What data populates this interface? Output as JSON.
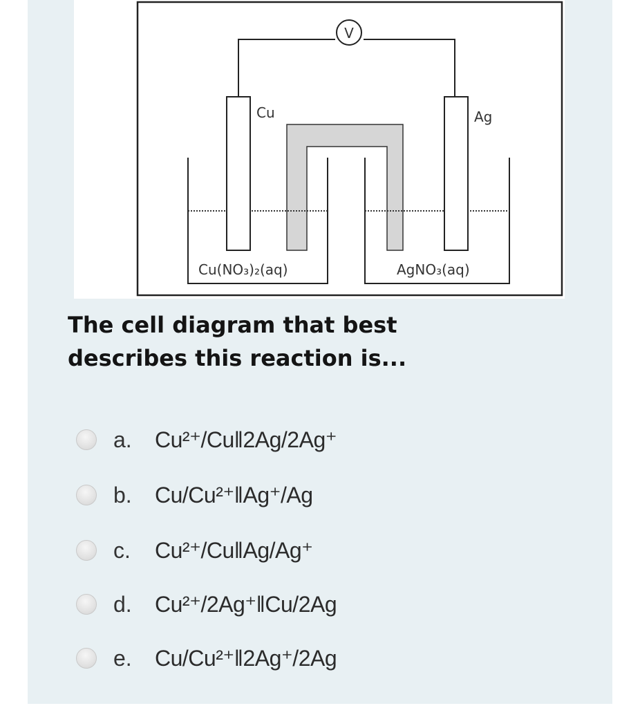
{
  "diagram": {
    "voltmeter": "V",
    "left_electrode": "Cu",
    "right_electrode": "Ag",
    "left_solution": "Cu(NO₃)₂(aq)",
    "right_solution": "AgNO₃(aq)"
  },
  "question": "The cell diagram that best describes this reaction is...",
  "options": [
    {
      "letter": "a.",
      "text": "Cu²⁺/Cuǁ2Ag/2Ag⁺"
    },
    {
      "letter": "b.",
      "text": "Cu/Cu²⁺ǁAg⁺/Ag"
    },
    {
      "letter": "c.",
      "text": "Cu²⁺/CuǁAg/Ag⁺"
    },
    {
      "letter": "d.",
      "text": "Cu²⁺/2Ag⁺ǁCu/2Ag"
    },
    {
      "letter": "e.",
      "text": "Cu/Cu²⁺ǁ2Ag⁺/2Ag"
    }
  ],
  "colors": {
    "card_bg": "#e8f0f3",
    "salt_bridge": "#d6d6d6"
  }
}
